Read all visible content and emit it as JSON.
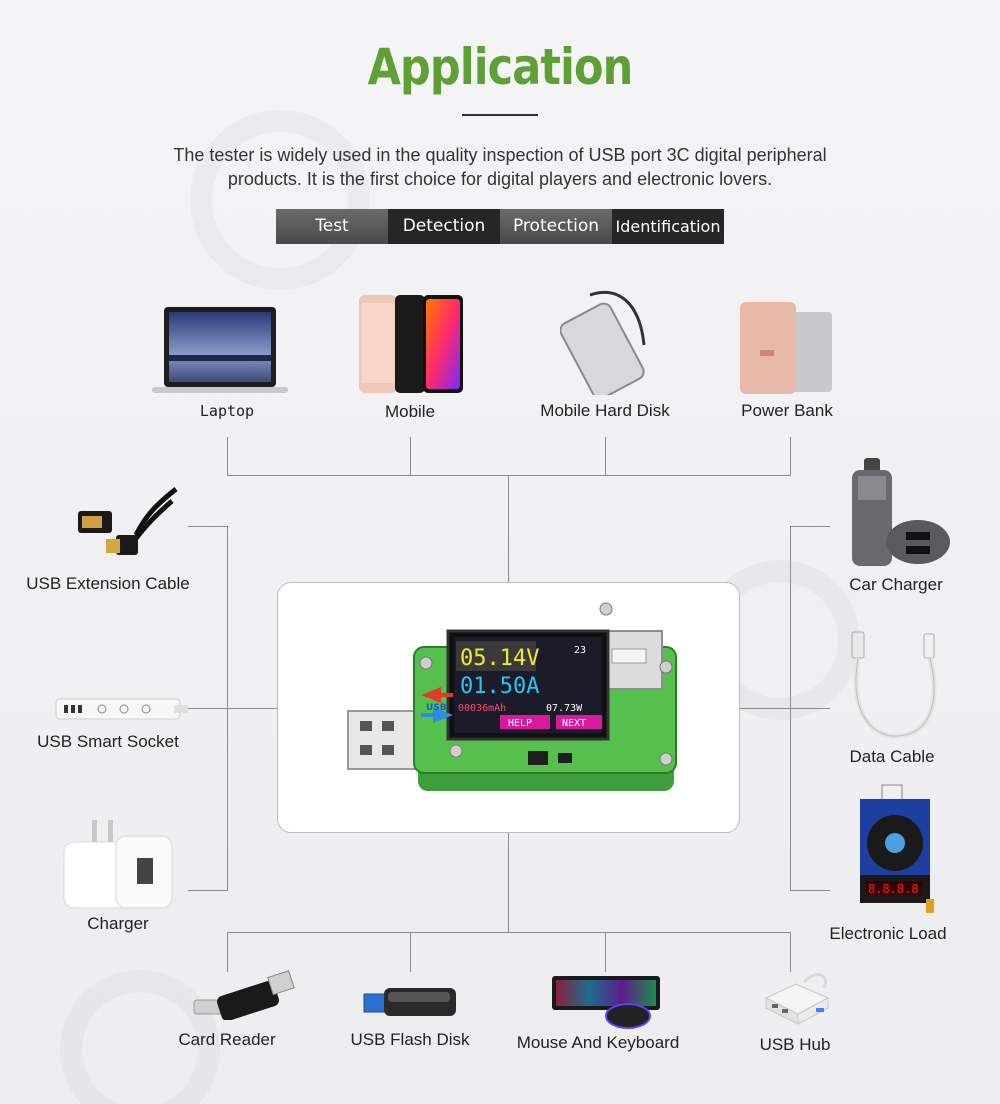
{
  "header": {
    "title": "Application",
    "description_line1": "The tester is widely used in the quality inspection of USB port 3C digital peripheral",
    "description_line2": "products. It is the first choice for digital players and electronic lovers."
  },
  "tags": [
    "Test",
    "Detection",
    "Protection",
    "Identification"
  ],
  "devices": {
    "laptop": "Laptop",
    "mobile": "Mobile",
    "hard_disk": "Mobile Hard Disk",
    "power_bank": "Power Bank",
    "usb_extension": "USB Extension Cable",
    "smart_socket": "USB Smart Socket",
    "charger": "Charger",
    "car_charger": "Car Charger",
    "data_cable": "Data Cable",
    "electronic_load": "Electronic Load",
    "card_reader": "Card Reader",
    "flash_disk": "USB Flash Disk",
    "mouse_keyboard": "Mouse And Keyboard",
    "usb_hub": "USB Hub"
  },
  "tester_screen": {
    "voltage": "05.14V",
    "current": "01.50A",
    "temp": "23",
    "energy": "00036mAh",
    "power": "07.73W",
    "help": "HELP",
    "next": "NEXT",
    "usb_mark": "USB"
  },
  "colors": {
    "title_green": "#5fa035",
    "pcb_green": "#4cb847",
    "line_gray": "#8c8c8c"
  }
}
